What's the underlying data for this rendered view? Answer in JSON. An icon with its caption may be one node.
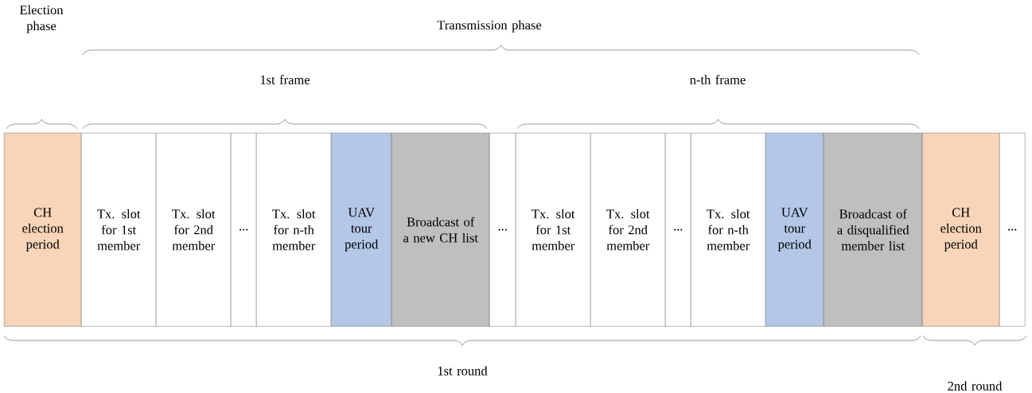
{
  "diagram": {
    "nodes": [
      {
        "text": [
          "CH election period"
        ]
      },
      {
        "text": [
          "Tx. slot for 1st member"
        ]
      },
      {
        "text": [
          "Tx. slot for 2nd member"
        ]
      },
      {
        "text": [
          "..."
        ]
      },
      {
        "text": [
          "Tx. slot for n-th member"
        ]
      },
      {
        "text": [
          "UAV tour period"
        ]
      },
      {
        "text": [
          "Broadcast of a new CH list"
        ]
      },
      {
        "text": [
          "..."
        ]
      },
      {
        "text": [
          "Tx. slot for 1st member"
        ]
      },
      {
        "text": [
          "Tx. slot for 2nd member"
        ]
      },
      {
        "text": [
          "..."
        ]
      },
      {
        "text": [
          "Tx. slot for n-th member"
        ]
      },
      {
        "text": [
          "UAV tour period"
        ]
      },
      {
        "text": [
          "Broadcast of a disqualified member list"
        ]
      },
      {
        "text": [
          "CH election period"
        ]
      },
      {
        "text": [
          "..."
        ]
      }
    ],
    "labels": [
      "Election phase",
      "Transmission phase",
      "1st frame",
      "n-th frame",
      "1st round",
      "2nd round"
    ]
  }
}
